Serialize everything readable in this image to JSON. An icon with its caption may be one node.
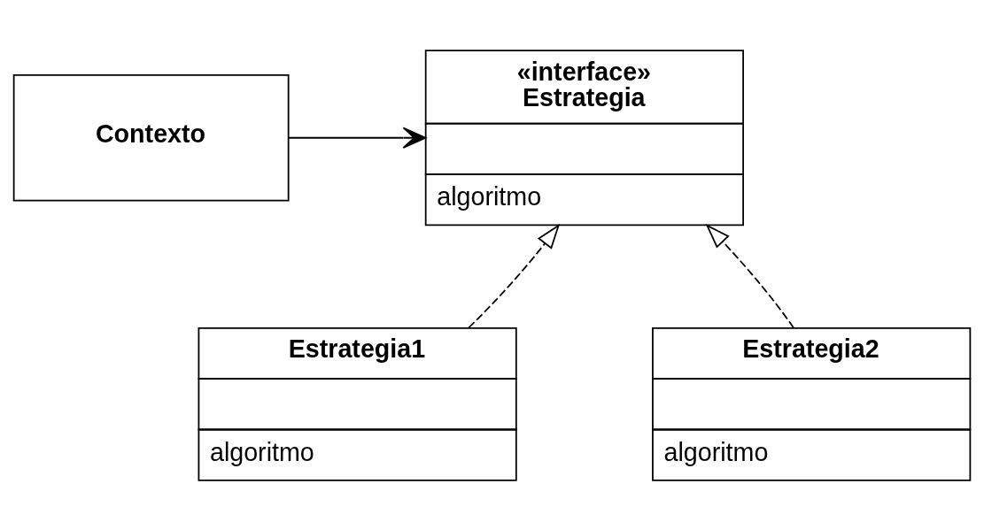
{
  "diagram": {
    "nodes": [
      {
        "text": [
          "Contexto"
        ]
      },
      {
        "text": [
          "«interface»",
          "Estrategia",
          "algoritmo"
        ]
      },
      {
        "text": [
          "Estrategia1",
          "algoritmo"
        ]
      },
      {
        "text": [
          "Estrategia2",
          "algoritmo"
        ]
      }
    ],
    "edges": [
      {
        "from": 0,
        "to": 1,
        "arrow": "to"
      },
      {
        "from": 2,
        "to": 1,
        "arrow": "to",
        "style": "dashed"
      },
      {
        "from": 3,
        "to": 1,
        "arrow": "to",
        "style": "dashed"
      }
    ]
  }
}
